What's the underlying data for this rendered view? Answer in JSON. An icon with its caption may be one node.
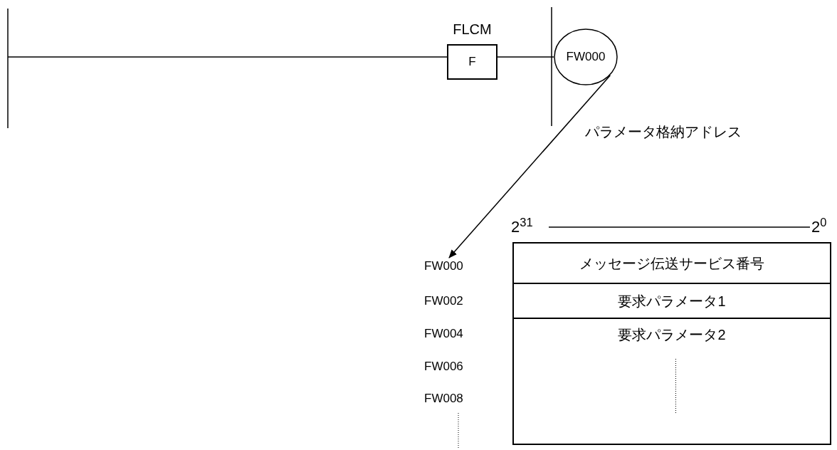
{
  "diagram": {
    "nodes": [
      {
        "text": [
          "FLCM",
          "F"
        ]
      },
      {
        "text": [
          "FW000"
        ]
      },
      {
        "text": [
          "FW000"
        ]
      },
      {
        "text": [],
        "shape": "box"
      },
      {
        "text": [
          "メッセージ伝送サービス番号"
        ],
        "in": 3
      },
      {
        "text": [
          "要求パラメータ1"
        ],
        "in": 3
      },
      {
        "text": [
          "要求パラメータ2"
        ],
        "in": 3
      }
    ],
    "edges": [
      {
        "from": null,
        "to": 0,
        "arrow": "none"
      },
      {
        "from": 0,
        "to": 1,
        "arrow": "none"
      },
      {
        "from": 1,
        "to": 2,
        "arrow": "to",
        "label": "パラメータ格納アドレス"
      }
    ],
    "labels": [
      "2$^{31}$",
      "2$^{0}$",
      "FW002",
      "FW004",
      "FW006",
      "FW008"
    ]
  }
}
